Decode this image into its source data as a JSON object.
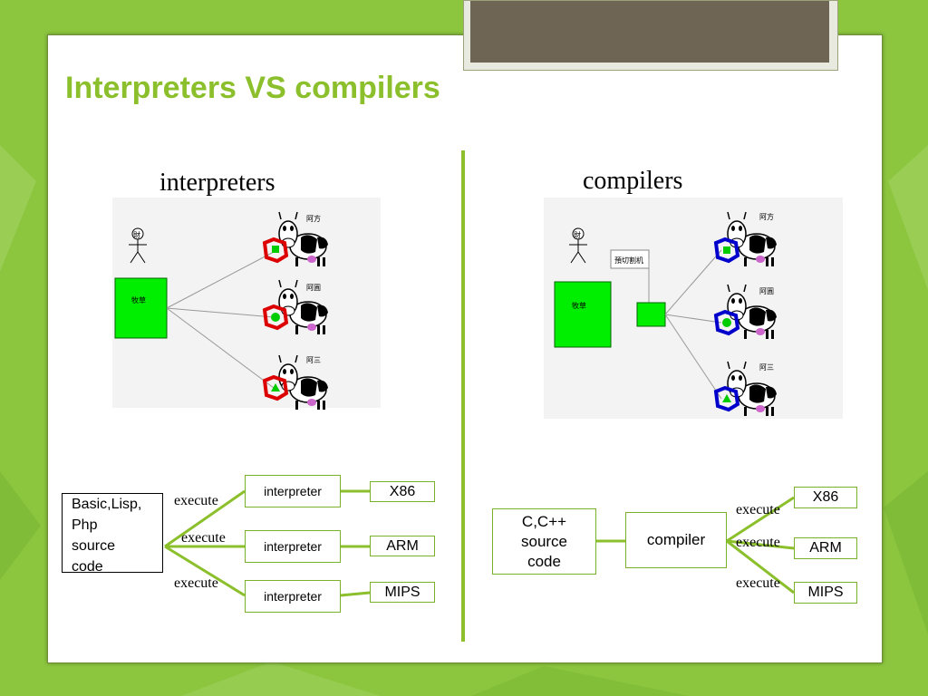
{
  "title": "Interpreters VS compilers",
  "left": {
    "heading": "interpreters",
    "illustration": {
      "person_label": "財",
      "grass_label": "牧草",
      "cow_labels": [
        "阿方",
        "阿圓",
        "阿三"
      ]
    },
    "source_box": "Basic,Lisp,\nPhp\nsource\ncode",
    "interpreter_labels": [
      "interpreter",
      "interpreter",
      "interpreter"
    ],
    "execute_labels": [
      "execute",
      "execute",
      "execute"
    ],
    "targets": [
      "X86",
      "ARM",
      "MIPS"
    ]
  },
  "right": {
    "heading": "compilers",
    "illustration": {
      "person_label": "財",
      "machine_label": "預切割机",
      "grass_label": "牧草",
      "cow_labels": [
        "阿方",
        "阿圓",
        "阿三"
      ]
    },
    "source_box": "C,C++\nsource\ncode",
    "compiler_label": "compiler",
    "execute_labels": [
      "execute",
      "execute",
      "execute"
    ],
    "targets": [
      "X86",
      "ARM",
      "MIPS"
    ]
  },
  "colors": {
    "accent": "#8bbf2b",
    "grass": "#00ee00",
    "interpreter_ring": "#dd0000",
    "compiler_ring": "#0000cc",
    "udder": "#cc66cc"
  }
}
